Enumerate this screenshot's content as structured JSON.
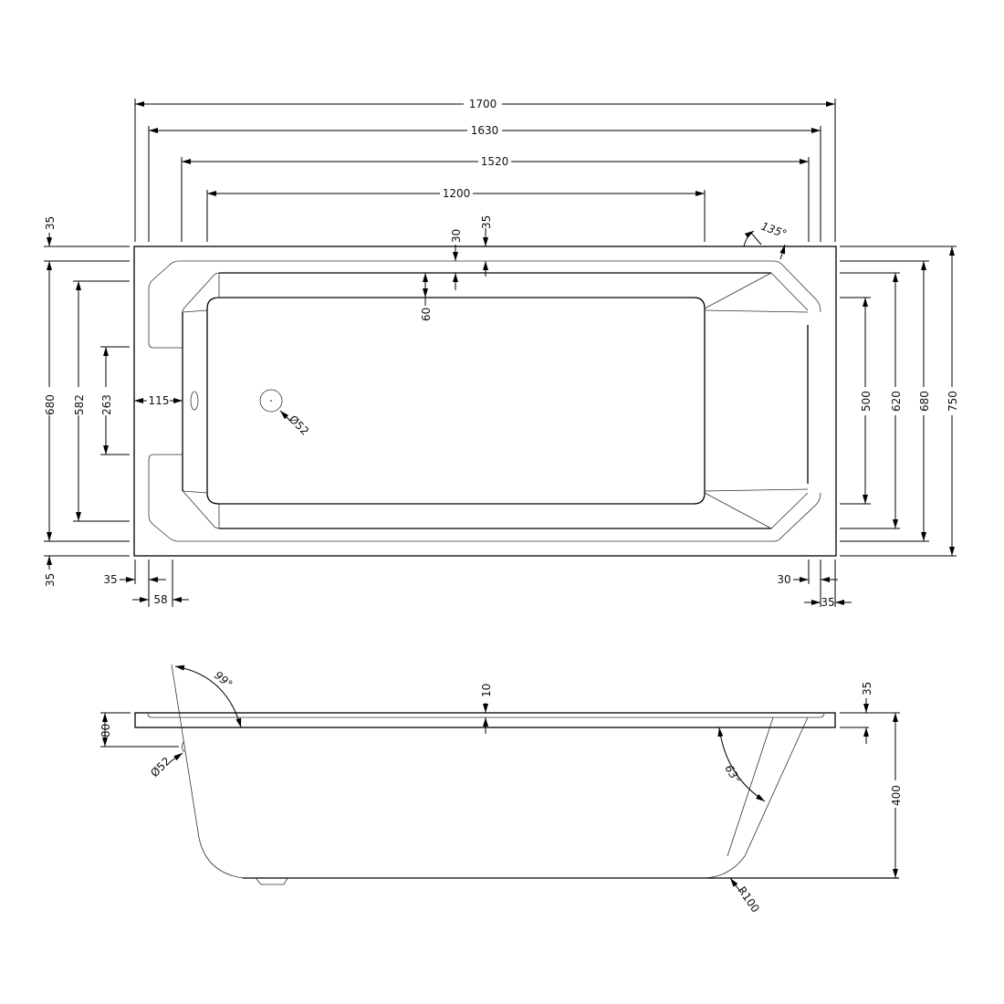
{
  "plan_view": {
    "overall_length": "1700",
    "rim_inner_length": "1630",
    "basin_top_length": "1520",
    "basin_floor_length": "1200",
    "rim_top_offset": "35",
    "rim_ledge": "30",
    "basin_step": "35",
    "basin_slope_depth": "60",
    "corner_angle": "135°",
    "left_overall_rim_offset_top": "35",
    "left_rim_width": "680",
    "left_headrest_span": "582",
    "left_headrest_gap": "263",
    "left_wall_offset": "115",
    "left_rim_offset_bottom": "35",
    "bottom_left_offset": "35",
    "bottom_left_wall": "58",
    "bottom_right_offset": "30",
    "bottom_right_wall": "35",
    "waste_diameter": "Ø52",
    "right_floor_width": "500",
    "right_basin_width": "620",
    "right_rim_inner_width": "680",
    "overall_width": "750"
  },
  "side_view": {
    "head_angle": "99°",
    "rim_lip": "10",
    "rim_thickness": "35",
    "overflow_height": "80",
    "overflow_diameter": "Ø52",
    "foot_angle": "63°",
    "overall_depth": "400",
    "foot_radius": "R100"
  }
}
